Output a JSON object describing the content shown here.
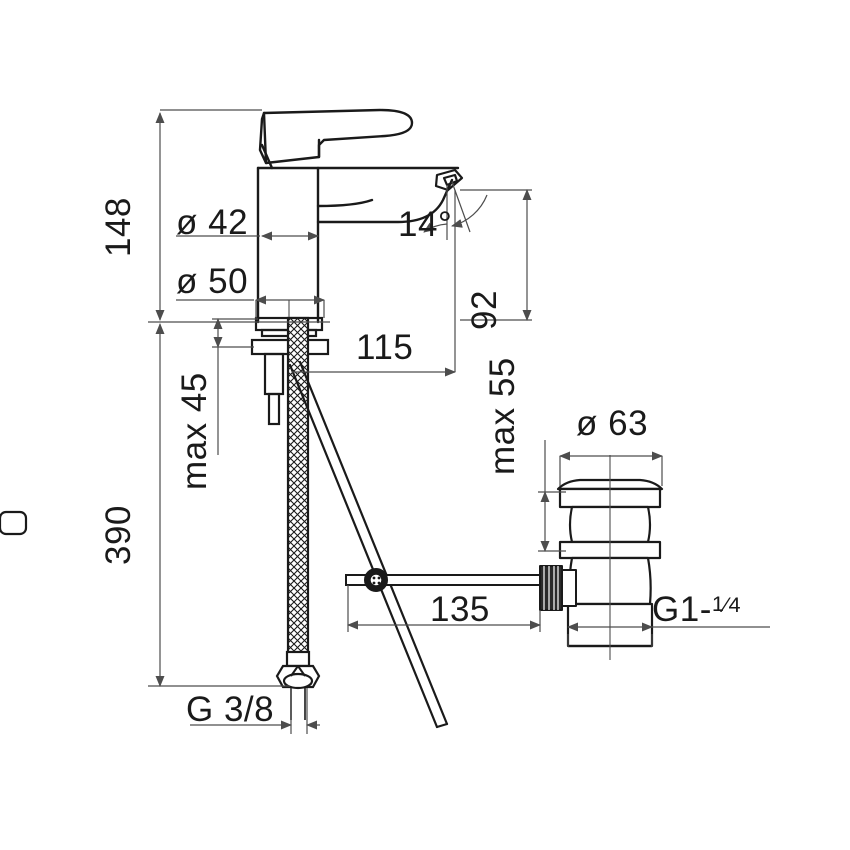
{
  "drawing": {
    "title": "Single-lever basin mixer technical dimension drawing",
    "units": "mm",
    "line_color": "#1a1a1a",
    "dimension_color": "#4d4d4d",
    "background": "#ffffff"
  },
  "dimensions": {
    "height_total_spout": "148",
    "body_diameter": "ø 42",
    "base_diameter": "ø 50",
    "aerator_angle": "14°",
    "spout_height": "92",
    "spout_reach": "115",
    "max_thickness": "max 45",
    "flex_hose_length": "390",
    "supply_thread": "G 3/8",
    "drain_max_height": "max 55",
    "drain_cap_diameter": "ø 63",
    "pop_up_rod_length": "135",
    "drain_thread_prefix": "G1-",
    "drain_thread_numerator": "1",
    "drain_thread_denominator": "4",
    "drain_thread_full": "G1-¼"
  },
  "components": {
    "mixer": "single-lever basin mixer",
    "lever_handle": "lever handle",
    "spout": "spout with aerator",
    "mounting_shank": "mounting shank with washer and nut",
    "flexible_hose": "braided flexible supply hose",
    "pop_up_rod": "pop-up waste lift rod",
    "pop_up_waste": "pop-up waste drain assembly",
    "drain_cap": "drain cap",
    "knurled_nut": "knurled clamp nut",
    "tailpiece": "drain tailpiece"
  }
}
